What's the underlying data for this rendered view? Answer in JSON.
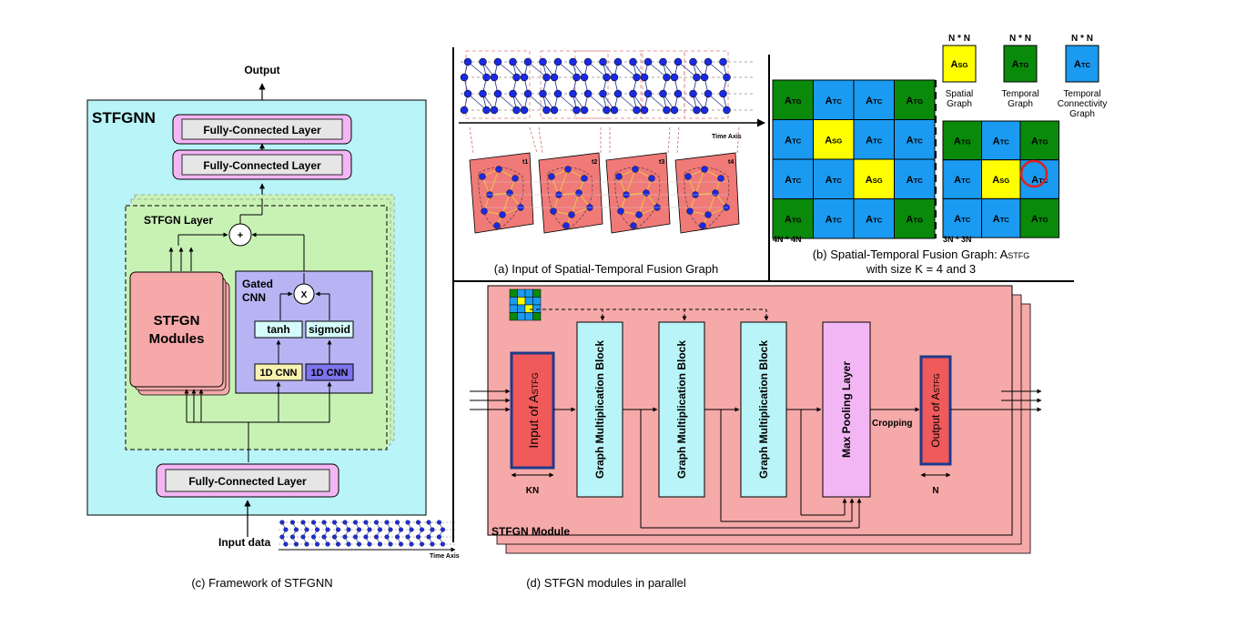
{
  "framework": {
    "output_label": "Output",
    "title": "STFGNN",
    "fc_top1": "Fully-Connected Layer",
    "fc_top2": "Fully-Connected Layer",
    "layer_label": "STFGN Layer",
    "plus": "+",
    "modules_line1": "STFGN",
    "modules_line2": "Modules",
    "gated_line1": "Gated",
    "gated_line2": "CNN",
    "times": "X",
    "tanh": "tanh",
    "sigmoid": "sigmoid",
    "cnn_a": "1D CNN",
    "cnn_b": "1D CNN",
    "fc_bottom": "Fully-Connected Layer",
    "input_label": "Input data",
    "time_axis": "Time Axis",
    "caption": "(c) Framework of STFGNN"
  },
  "input_graph": {
    "time_axis": "Time Axis",
    "slices": [
      "t1",
      "t2",
      "t3",
      "t4"
    ],
    "caption": "(a) Input of Spatial-Temporal Fusion Graph"
  },
  "fusion": {
    "dims": [
      "N * N",
      "N * N",
      "N * N"
    ],
    "legend": [
      {
        "main": "A",
        "sub": "SG",
        "color": "#ffff00",
        "label_lines": [
          "Spatial",
          "Graph"
        ]
      },
      {
        "main": "A",
        "sub": "TG",
        "color": "#0a8a0a",
        "label_lines": [
          "Temporal",
          "Graph"
        ]
      },
      {
        "main": "A",
        "sub": "TC",
        "color": "#1a9af0",
        "label_lines": [
          "Temporal",
          "Connectivity",
          "Graph"
        ]
      }
    ],
    "grid4": [
      [
        "TG",
        "TC",
        "TC",
        "TG"
      ],
      [
        "TC",
        "SG",
        "TC",
        "TC"
      ],
      [
        "TC",
        "TC",
        "SG",
        "TC"
      ],
      [
        "TG",
        "TC",
        "TC",
        "TG"
      ]
    ],
    "grid3": [
      [
        "TG",
        "TC",
        "TG"
      ],
      [
        "TC",
        "SG",
        "TC"
      ],
      [
        "TC",
        "TC",
        "TG"
      ]
    ],
    "size4": "4N * 4N",
    "size3": "3N * 3N",
    "caption_line1": "(b) Spatial-Temporal Fusion Graph: A",
    "caption_sub": "STFG",
    "caption_line2": "with size K = 4 and 3"
  },
  "module": {
    "input_label": "Input of A",
    "input_sub": "STFG",
    "gmb": [
      "Graph Multiplication Block",
      "Graph Multiplication Block",
      "Graph Multiplication Block"
    ],
    "pool": "Max Pooling Layer",
    "cropping": "Cropping",
    "output_label": "Output of A",
    "output_sub": "STFG",
    "kn": "KN",
    "n": "N",
    "module_label": "STFGN Module",
    "caption": "(d) STFGN modules in parallel"
  },
  "colors": {
    "cyan_bg": "#b8f4f8",
    "pink": "#f6a9a9",
    "green_bg": "#c8f2b4",
    "purple": "#b8b4f4",
    "magenta": "#f3b6f4",
    "sg": "#ffff00",
    "tg": "#0a8a0a",
    "tc": "#1a9af0"
  }
}
